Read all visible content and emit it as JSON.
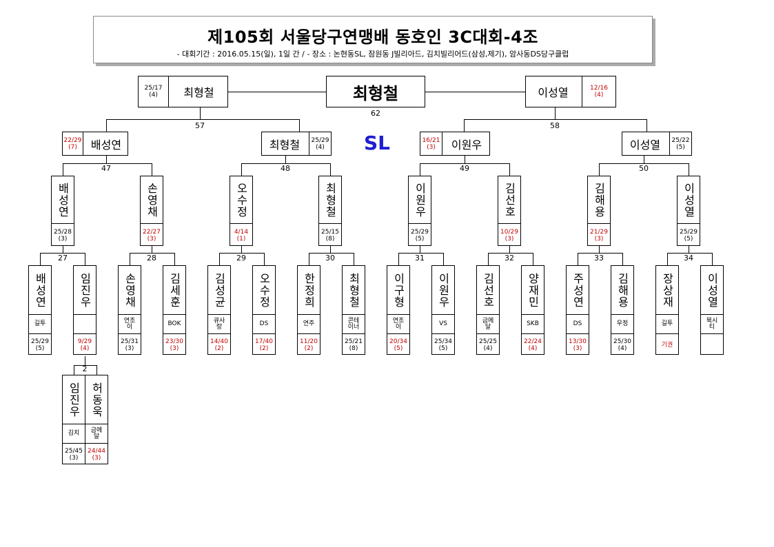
{
  "header": {
    "title": "제105회 서울당구연맹배 동호인 3C대회-4조",
    "subtitle": "- 대회기간 : 2016.05.15(일), 1일 간 / - 장소 : 논현동SL, 잠원동 J빌리아드, 김치빌리어드(삼성,제기), 암사동DS당구클럽"
  },
  "venue_label": "SL",
  "final": {
    "winner": "최형철",
    "match_no": "62",
    "left": {
      "name": "최형철",
      "score": "25/17",
      "inn": "(4)"
    },
    "right": {
      "name": "이성열",
      "score": "12/16",
      "inn": "(4)"
    }
  },
  "semis": {
    "left_no": "57",
    "right_no": "58",
    "players": [
      {
        "name": "배성연",
        "score": "22/29",
        "inn": "(7)"
      },
      {
        "name": "최형철",
        "score": "25/29",
        "inn": "(4)"
      },
      {
        "name": "이원우",
        "score": "16/21",
        "inn": "(3)"
      },
      {
        "name": "이성열",
        "score": "25/22",
        "inn": "(5)"
      }
    ]
  },
  "quarter_nos": [
    "47",
    "48",
    "49",
    "50"
  ],
  "round16": [
    {
      "name": "배성연",
      "score": "25/28",
      "inn": "(3)"
    },
    {
      "name": "손영채",
      "score": "22/27",
      "inn": "(3)"
    },
    {
      "name": "오수정",
      "score": "4/14",
      "inn": "(1)"
    },
    {
      "name": "최형철",
      "score": "25/15",
      "inn": "(8)"
    },
    {
      "name": "이원우",
      "score": "25/29",
      "inn": "(5)"
    },
    {
      "name": "김선호",
      "score": "10/29",
      "inn": "(3)"
    },
    {
      "name": "김해용",
      "score": "21/29",
      "inn": "(3)"
    },
    {
      "name": "이성열",
      "score": "25/29",
      "inn": "(5)"
    }
  ],
  "round32_nos": [
    "27",
    "28",
    "29",
    "30",
    "31",
    "32",
    "33",
    "34"
  ],
  "round32": [
    {
      "name": "배성연",
      "club": "길투",
      "score": "25/29",
      "inn": "(5)"
    },
    {
      "name": "임진우",
      "club": "",
      "score": "9/29",
      "inn": "(4)"
    },
    {
      "name": "손영채",
      "club": "연조이",
      "score": "25/31",
      "inn": "(3)"
    },
    {
      "name": "김세훈",
      "club": "BOK",
      "score": "23/30",
      "inn": "(3)"
    },
    {
      "name": "김성균",
      "club": "큐사랑",
      "score": "14/40",
      "inn": "(2)"
    },
    {
      "name": "오수정",
      "club": "DS",
      "score": "17/40",
      "inn": "(2)"
    },
    {
      "name": "한정희",
      "club": "연주",
      "score": "11/20",
      "inn": "(2)"
    },
    {
      "name": "최형철",
      "club": "콘테이너",
      "score": "25/21",
      "inn": "(8)"
    },
    {
      "name": "이구형",
      "club": "연조이",
      "score": "20/34",
      "inn": "(5)"
    },
    {
      "name": "이원우",
      "club": "VS",
      "score": "25/34",
      "inn": "(5)"
    },
    {
      "name": "김선호",
      "club": "금메달",
      "score": "25/25",
      "inn": "(4)"
    },
    {
      "name": "양재민",
      "club": "SKB",
      "score": "22/24",
      "inn": "(4)"
    },
    {
      "name": "주성연",
      "club": "DS",
      "score": "13/30",
      "inn": "(3)"
    },
    {
      "name": "김해용",
      "club": "우정",
      "score": "25/30",
      "inn": "(4)"
    },
    {
      "name": "장상재",
      "club": "길투",
      "score": "기권",
      "inn": ""
    },
    {
      "name": "이성열",
      "club": "북시티",
      "score": "",
      "inn": ""
    }
  ],
  "prelim_no": "2",
  "prelim": [
    {
      "name": "임진우",
      "club": "김치",
      "score": "25/45",
      "inn": "(3)"
    },
    {
      "name": "허동욱",
      "club": "금메달",
      "score": "24/44",
      "inn": "(3)"
    }
  ]
}
